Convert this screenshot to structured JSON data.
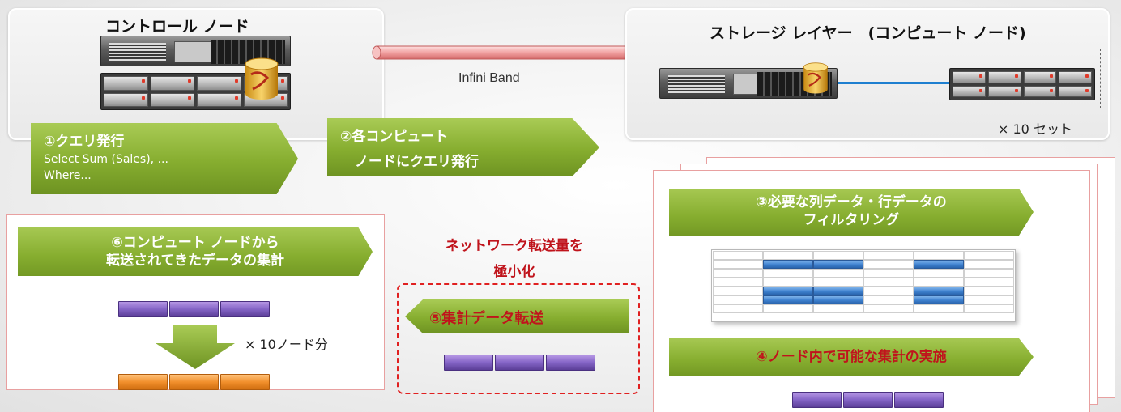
{
  "control_node": {
    "title": "コントロール ノード"
  },
  "network": {
    "label": "Infini Band"
  },
  "storage_layer": {
    "title": "ストレージ レイヤー　(コンピュート ノード)",
    "set_count": "× 10 セット"
  },
  "steps": {
    "step1": {
      "title": "①クエリ発行",
      "line1": "Select Sum (Sales), ...",
      "line2": "Where..."
    },
    "step2": {
      "line1": "②各コンピュート",
      "line2": "ノードにクエリ発行"
    },
    "step3": {
      "line1": "③必要な列データ・行データの",
      "line2": "フィルタリング"
    },
    "step4": {
      "title": "④ノード内で可能な集計の実施"
    },
    "step5": {
      "title": "⑤集計データ転送"
    },
    "step6": {
      "line1": "⑥コンピュート ノードから",
      "line2": "転送されてきたデータの集計"
    }
  },
  "network_note": {
    "line1": "ネットワーク転送量を",
    "line2": "極小化"
  },
  "aggregate_note": "× 10ノード分",
  "colors": {
    "green_arrow": "#86ad2f",
    "purple_bar": "#8464c6",
    "orange_bar": "#f2902c",
    "blue_cell": "#3f82d0",
    "emphasis_red": "#c0141c",
    "link_blue": "#1e7fd0",
    "infiniband_pink": "#f2a2a2"
  },
  "icons": [
    "server-icon",
    "disk-array-icon",
    "database-icon",
    "down-arrow-icon"
  ]
}
